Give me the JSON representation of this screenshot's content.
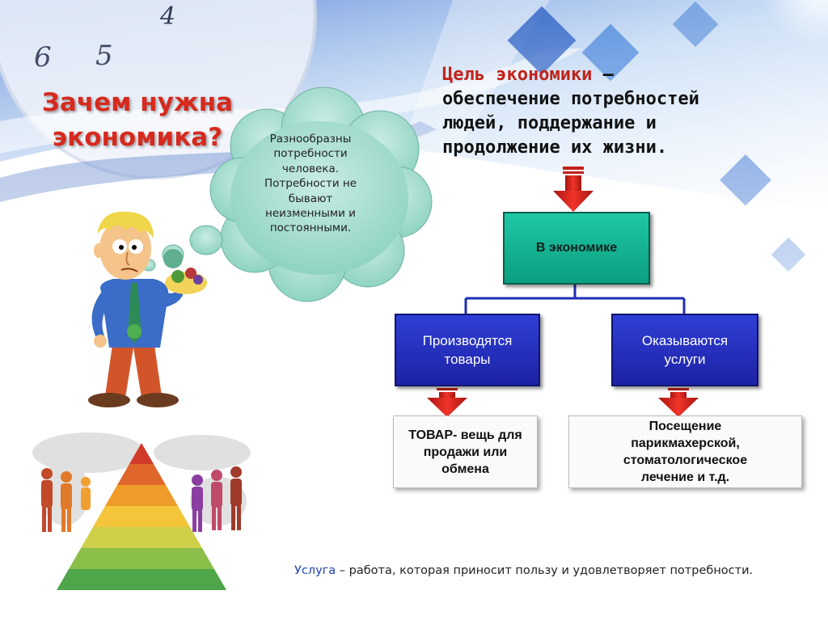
{
  "title": {
    "line1": "Зачем нужна",
    "line2": "экономика?"
  },
  "goal": {
    "term": "Цель экономики",
    "dash": " –",
    "line2": "обеспечение потребностей",
    "line3": "людей, поддержание и",
    "line4": "продолжение их жизни."
  },
  "thought_cloud": {
    "lines": [
      "Разнообразны",
      "потребности",
      "человека.",
      "Потребности не",
      "бывают",
      "неизменными и",
      "постоянными."
    ]
  },
  "diagram": {
    "main_box": "В экономике",
    "goods_box": "Производятся товары",
    "services_box": "Оказываются услуги",
    "goods_definition": "ТОВАР- вещь для продажи или обмена",
    "services_examples": "Посещение парикмахерской, стоматологическое лечение и т.д."
  },
  "footnote": {
    "term": "Услуга",
    "text": " – работа, которая приносит пользу и удовлетворяет потребности."
  },
  "colors": {
    "title_red": "#d62a1e",
    "box_teal": "#13b391",
    "box_blue": "#2430c4",
    "arrow_red": "#e0211a",
    "connector_blue": "#1f2eb5"
  }
}
